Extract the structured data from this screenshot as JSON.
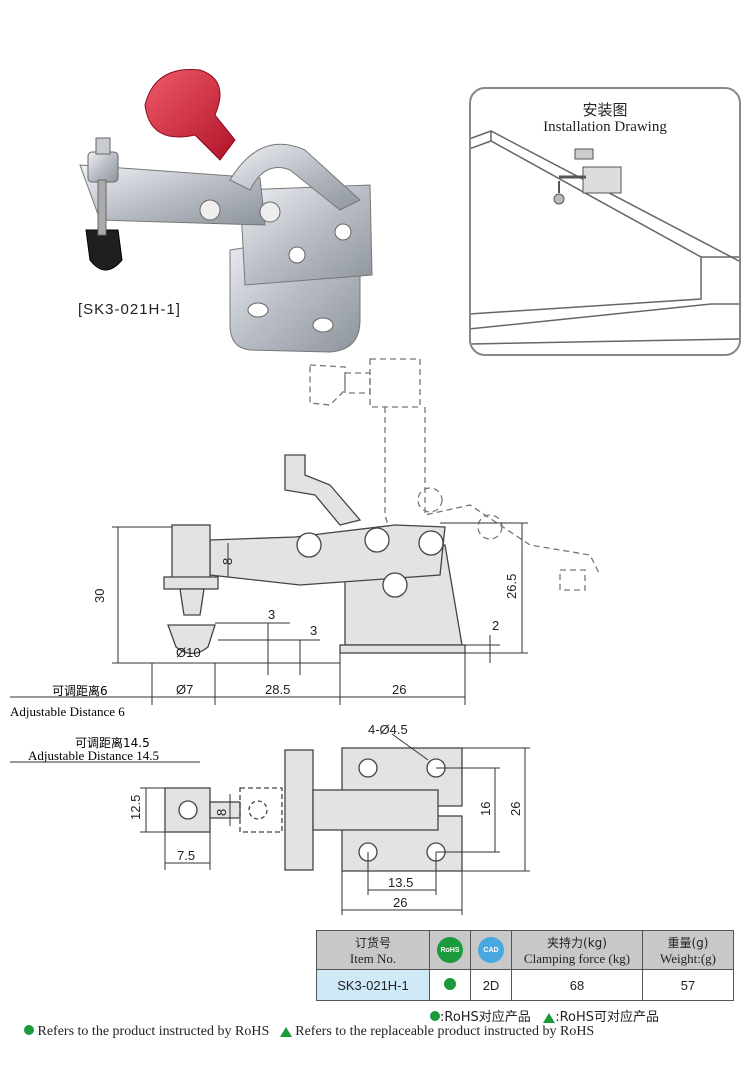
{
  "product_label": "[SK3-021H-1]",
  "installation": {
    "title_zh": "安装图",
    "title_en": "Installation Drawing"
  },
  "side_view_dims": {
    "height": "30",
    "handle_8": "8",
    "reach": "26.5",
    "gap_3a": "3",
    "gap_3b": "3",
    "base_2": "2",
    "spindle_dia": "Ø10",
    "spindle_7": "Ø7",
    "span_28_5": "28.5",
    "base_26": "26"
  },
  "adjust_side": {
    "zh": "可调距离6",
    "en": "Adjustable Distance 6"
  },
  "top_view_dims": {
    "holes": "4-Ø4.5",
    "w_12_5": "12.5",
    "w_8": "8",
    "w_7_5": "7.5",
    "h_16": "16",
    "h_26": "26",
    "w_13_5": "13.5",
    "w_26": "26"
  },
  "adjust_top": {
    "zh": "可调距离14.5",
    "en": "Adjustable Distance 14.5"
  },
  "table": {
    "h_item_zh": "订货号",
    "h_item_en": "Item No.",
    "h_rohs": "RoHS",
    "h_cad": "CAD",
    "h_force_zh": "夹持力(kg)",
    "h_force_en": "Clamping force (kg)",
    "h_weight_zh": "重量(g)",
    "h_weight_en": "Weight:(g)",
    "item": "SK3-021H-1",
    "cad": "2D",
    "force": "68",
    "weight": "57"
  },
  "legend_mini": {
    "rohs": ":RoHS对应产品",
    "replace": ":RoHS可对应产品"
  },
  "legend_foot": {
    "rohs": "Refers to the product instructed by RoHS",
    "replace": "Refers to the replaceable product instructed by RoHS"
  },
  "colors": {
    "handle_red": "#d8283c",
    "metal": "#c9cdd3",
    "rohs_green": "#1a9a3a",
    "cad_blue": "#4aa8e0",
    "item_bg": "#cfe9f7"
  }
}
